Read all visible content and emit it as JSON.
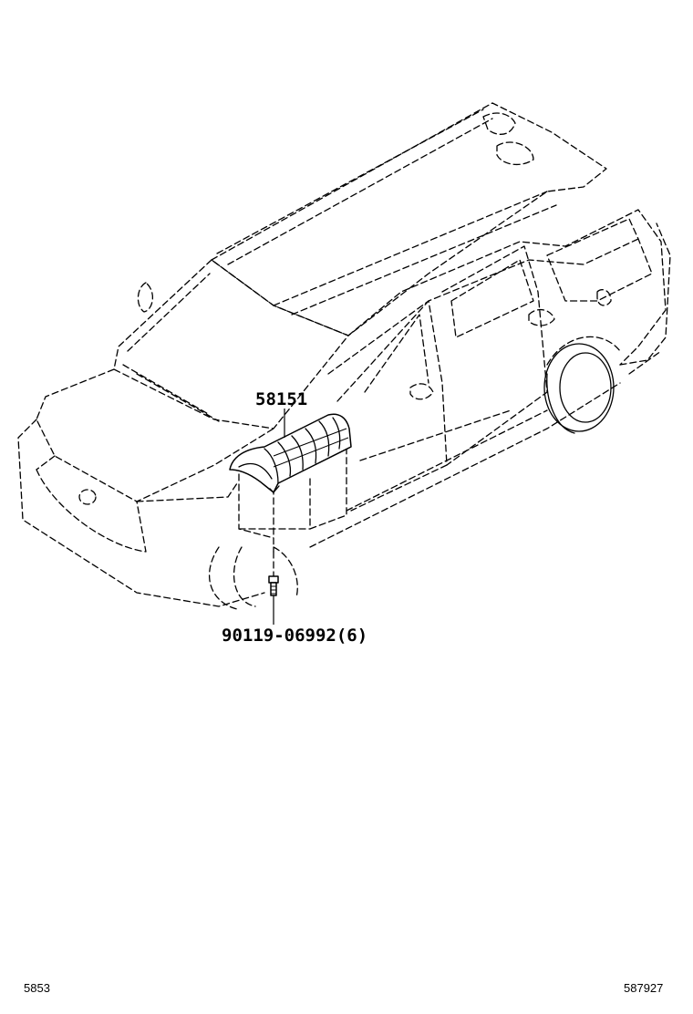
{
  "callouts": {
    "cover_part": "58151",
    "clip_part": "90119-06992(6)"
  },
  "footer": {
    "left_code": "5853",
    "right_code": "587927"
  }
}
